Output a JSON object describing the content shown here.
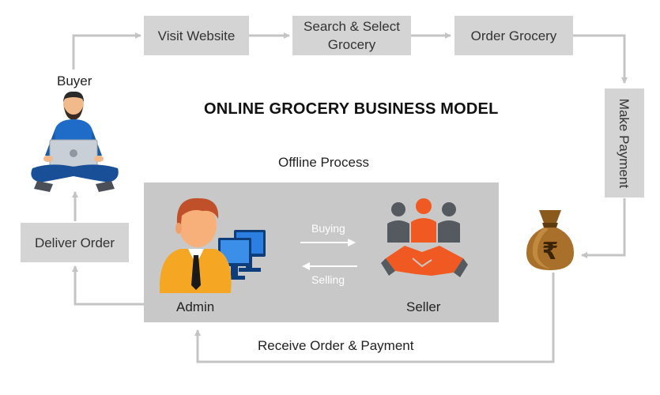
{
  "title": "ONLINE GROCERY BUSINESS MODEL",
  "steps": {
    "visit": "Visit Website",
    "search": "Search & Select Grocery",
    "order": "Order Grocery",
    "payment": "Make Payment",
    "deliver": "Deliver Order",
    "receive": "Receive Order & Payment"
  },
  "actors": {
    "buyer": "Buyer",
    "admin": "Admin",
    "seller": "Seller"
  },
  "offline": {
    "title": "Offline Process",
    "buying": "Buying",
    "selling": "Selling"
  },
  "icons": {
    "buyer": "person-laptop-icon",
    "admin": "admin-computer-icon",
    "seller": "handshake-team-icon",
    "money": "rupee-money-bag-icon"
  },
  "colors": {
    "box": "#d4d4d4",
    "panel": "#c8c8c8",
    "arrow": "#c4c4c4",
    "accent_orange": "#f05a22",
    "accent_blue": "#1f6fc5"
  }
}
